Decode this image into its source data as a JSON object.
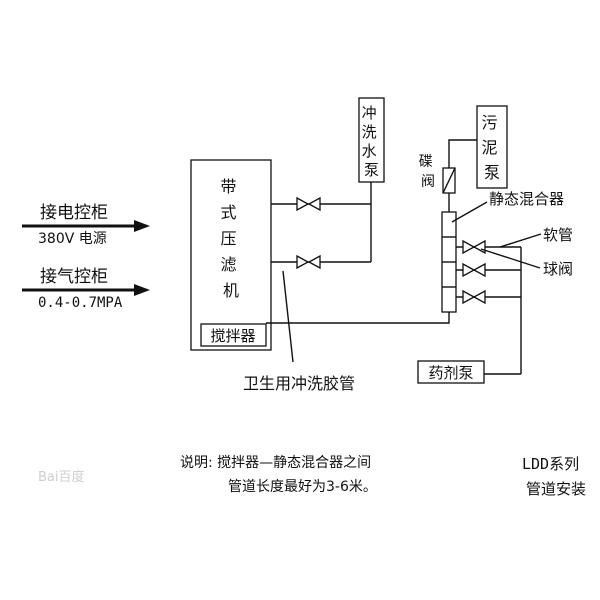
{
  "inputs": {
    "power_label": "接电控柜",
    "power_spec": "380V 电源",
    "air_label": "接气控柜",
    "air_spec": "0.4-0.7MPA"
  },
  "boxes": {
    "filter_press": "带式压滤机",
    "mixer": "搅拌器",
    "wash_pump": "冲洗水泵",
    "sludge_pump": "污泥泵",
    "dosing_pump": "药剂泵"
  },
  "labels": {
    "butterfly_valve": "碟阀",
    "static_mixer": "静态混合器",
    "hose": "软管",
    "ball_valve": "球阀",
    "wash_hose": "卫生用冲洗胶管"
  },
  "note": {
    "line1": "说明: 搅拌器—静态混合器之间",
    "line2": "管道长度最好为3-6米。"
  },
  "title": {
    "line1": "LDD系列",
    "line2": "管道安装"
  },
  "watermark": "Bai百度"
}
